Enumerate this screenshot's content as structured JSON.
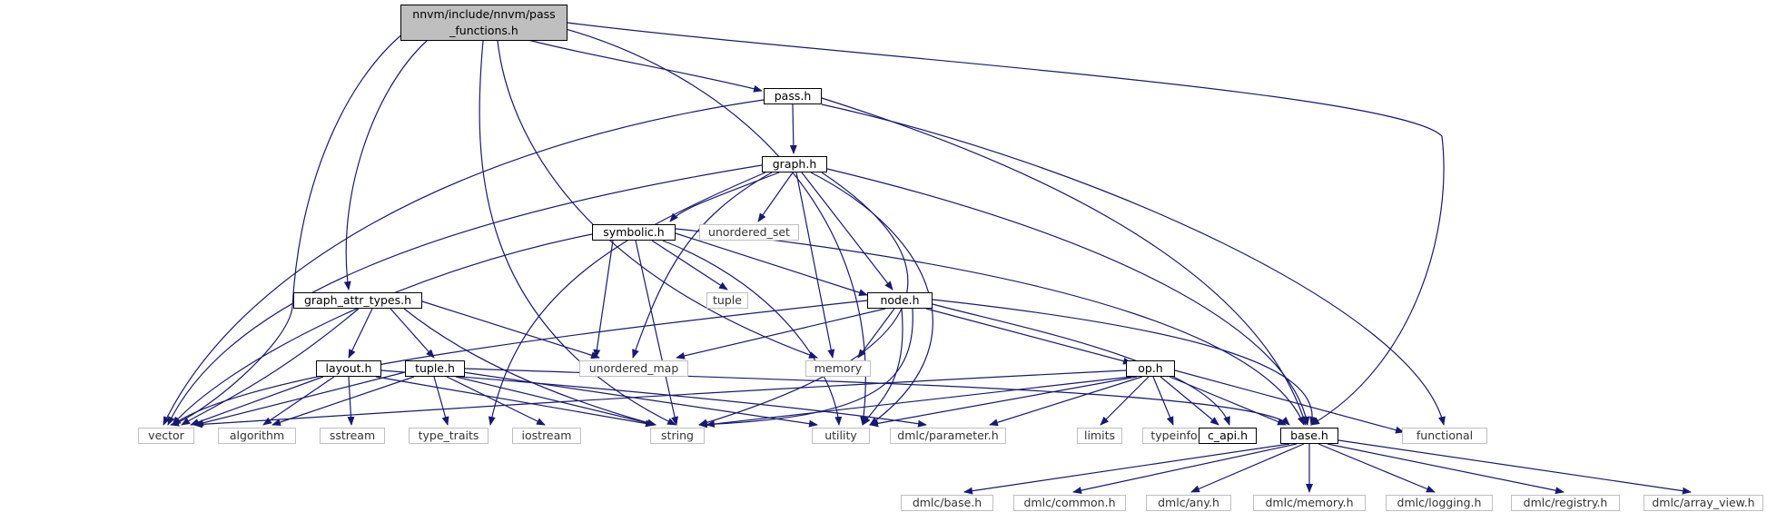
{
  "diagram": {
    "root_label_line1": "nnvm/include/nnvm/pass",
    "root_label_line2": "_functions.h",
    "nodes": {
      "pass": "pass.h",
      "graph": "graph.h",
      "symbolic": "symbolic.h",
      "unordered_set": "unordered_set",
      "graph_attr_types": "graph_attr_types.h",
      "tuple_std": "tuple",
      "node": "node.h",
      "layout": "layout.h",
      "tuple_h": "tuple.h",
      "unordered_map": "unordered_map",
      "memory": "memory",
      "op": "op.h",
      "vector": "vector",
      "algorithm": "algorithm",
      "sstream": "sstream",
      "type_traits": "type_traits",
      "iostream": "iostream",
      "string": "string",
      "utility": "utility",
      "dmlc_parameter": "dmlc/parameter.h",
      "limits": "limits",
      "typeinfo": "typeinfo",
      "c_api": "c_api.h",
      "base": "base.h",
      "functional": "functional",
      "dmlc_base": "dmlc/base.h",
      "dmlc_common": "dmlc/common.h",
      "dmlc_any": "dmlc/any.h",
      "dmlc_memory": "dmlc/memory.h",
      "dmlc_logging": "dmlc/logging.h",
      "dmlc_registry": "dmlc/registry.h",
      "dmlc_array_view": "dmlc/array_view.h"
    },
    "colors": {
      "edge": "#191970",
      "root_fill": "#bfbfbf",
      "external_border": "#bfbfbf",
      "node_border": "#000000"
    }
  }
}
